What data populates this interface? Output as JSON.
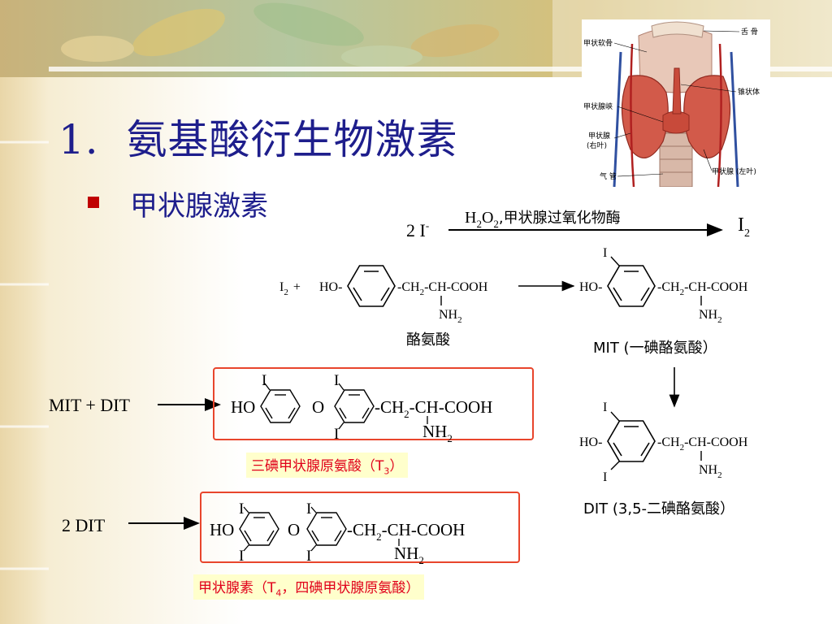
{
  "slide": {
    "title_num": "1.",
    "title_text": "氨基酸衍生物激素",
    "bullet": "甲状腺激素"
  },
  "thyroid_image": {
    "labels": {
      "cartilage": "甲状软骨",
      "hyoid": "舌 骨",
      "pyramid": "锥状体",
      "isthmus": "甲状腺峡",
      "right_lobe_1": "甲状腺",
      "right_lobe_2": "(右叶)",
      "trachea": "气 管",
      "left_lobe": "甲状腺 (左叶)"
    }
  },
  "reaction1": {
    "reactant": "2 I",
    "reactant_sup": "-",
    "cond_h": "H",
    "cond_2a": "2",
    "cond_o": "O",
    "cond_2b": "2",
    "cond_rest": ",甲状腺过氧化物酶",
    "product": "I",
    "product_sub": "2"
  },
  "reaction2": {
    "i2": "I",
    "i2_sub": "2",
    "plus": "+",
    "ho": "HO-",
    "chain_a": "-CH",
    "chain_sub": "2",
    "chain_b": "-CH-COOH",
    "nh": "NH",
    "nh_sub": "2",
    "tyr_label": "酪氨酸",
    "mit_label": "MIT (一碘酪氨酸）",
    "iodine": "I"
  },
  "dit": {
    "label": "DIT (3,5-二碘酪氨酸）"
  },
  "t3": {
    "reactants": "MIT + DIT",
    "caption_a": "三碘甲状腺原氨酸（T",
    "caption_sub": "3",
    "caption_b": "）"
  },
  "t4": {
    "reactants": "2 DIT",
    "caption_a": "甲状腺素（T",
    "caption_sub": "4",
    "caption_b": "，四碘甲状腺原氨酸）"
  },
  "formula": {
    "ho": "HO",
    "o": "O",
    "ch2": "-CH",
    "sub2": "2",
    "tail": "-CH-COOH",
    "nh": "NH",
    "nh_sub": "2",
    "iodine": "I"
  },
  "colors": {
    "title": "#1e1e8c",
    "bullet": "#c00000",
    "box": "#e8452c",
    "caption": "#e0001a"
  }
}
